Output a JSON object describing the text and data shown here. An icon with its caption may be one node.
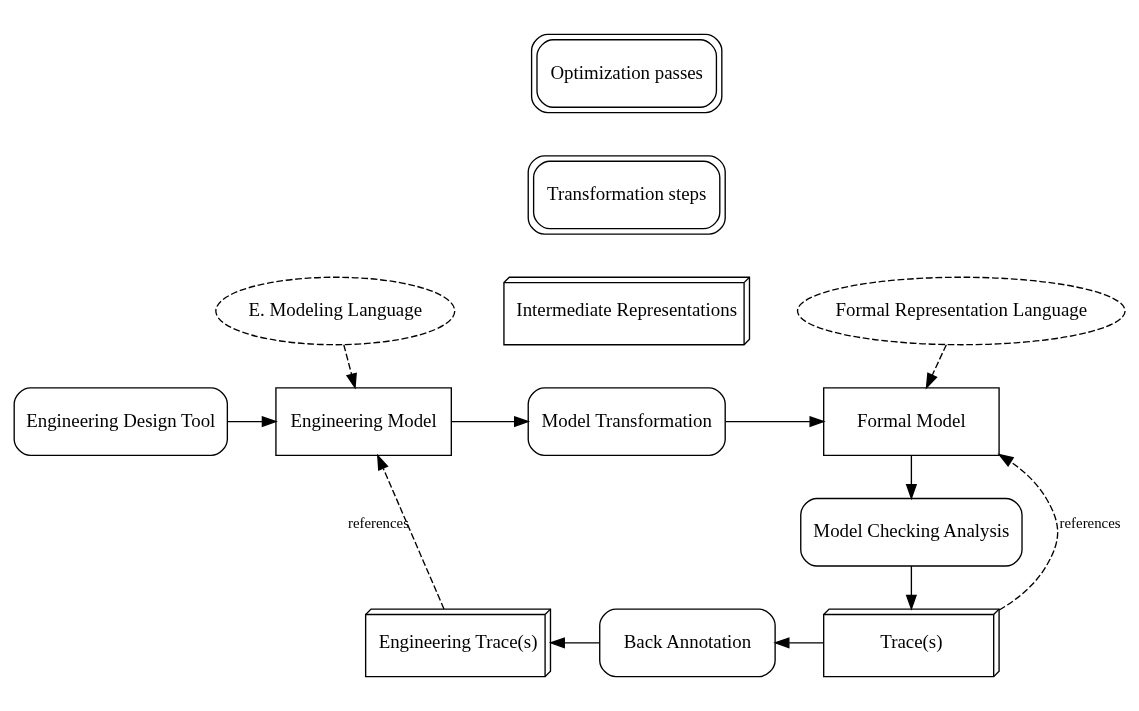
{
  "diagram": {
    "nodes": [
      {
        "text": [
          "Optimization passes"
        ]
      },
      {
        "text": [
          "Transformation steps"
        ]
      },
      {
        "text": [
          "E. Modeling Language"
        ]
      },
      {
        "text": [
          "Intermediate Representations"
        ]
      },
      {
        "text": [
          "Formal Representation Language"
        ]
      },
      {
        "text": [
          "Engineering Design Tool"
        ]
      },
      {
        "text": [
          "Engineering Model"
        ]
      },
      {
        "text": [
          "Model Transformation"
        ]
      },
      {
        "text": [
          "Formal Model"
        ]
      },
      {
        "text": [
          "Model Checking Analysis"
        ]
      },
      {
        "text": [
          "Engineering Trace(s)"
        ]
      },
      {
        "text": [
          "Back Annotation"
        ]
      },
      {
        "text": [
          "Trace(s)"
        ]
      }
    ],
    "edges": [
      {
        "from": 5,
        "to": 6,
        "arrow": "to"
      },
      {
        "from": 6,
        "to": 7,
        "arrow": "to"
      },
      {
        "from": 7,
        "to": 8,
        "arrow": "to"
      },
      {
        "from": 2,
        "to": 6,
        "arrow": "to",
        "style": "dashed"
      },
      {
        "from": 4,
        "to": 8,
        "arrow": "to",
        "style": "dashed"
      },
      {
        "from": 8,
        "to": 9,
        "arrow": "to"
      },
      {
        "from": 9,
        "to": 12,
        "arrow": "to"
      },
      {
        "from": 12,
        "to": 11,
        "arrow": "to"
      },
      {
        "from": 11,
        "to": 10,
        "arrow": "to"
      },
      {
        "from": 10,
        "to": 6,
        "arrow": "to",
        "style": "dashed",
        "label": "references"
      },
      {
        "from": 12,
        "to": 8,
        "arrow": "to",
        "style": "dashed",
        "label": "references"
      }
    ]
  }
}
